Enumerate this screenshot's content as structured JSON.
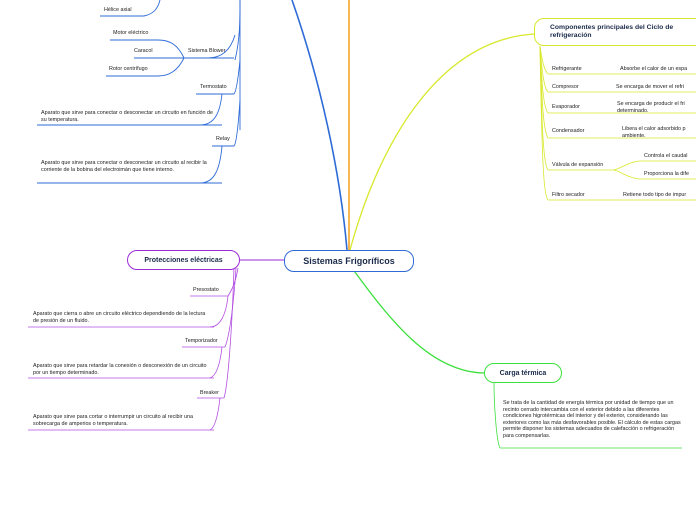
{
  "central": {
    "label": "Sistemas Frigoríficos",
    "color": "#2e6bd6"
  },
  "top_left": {
    "helice": "Hélice axial",
    "motor": "Motor eléctrico",
    "caracol": "Caracol",
    "rotor": "Rotor centrífugo",
    "blower": "Sistema Blower",
    "termostato": "Termostato",
    "termostato_desc": "Aparato que sirve para conectar o desconectar un circuito en función de su temperatura.",
    "relay": "Relay",
    "relay_desc": "Aparato que sirve para conectar o desconectar un circuito al recibir la corriente de la bobina del electroimán que tiene interno."
  },
  "protecciones": {
    "title": "Protecciones eléctricas",
    "color": "#9b2bd6",
    "items": [
      {
        "label": "Presostato",
        "desc": "Aparato que cierra o abre un circuito eléctrico dependiendo de la lectura de presión de un fluido."
      },
      {
        "label": "Temporizador",
        "desc": "Aparato que sirve para retardar la conexión o desconexión de un circuito por un tiempo determinado."
      },
      {
        "label": "Breaker",
        "desc": "Aparato que sirve para cortar o interrumpir un circuito al recibir una sobrecarga de amperios o temperatura."
      }
    ]
  },
  "componentes": {
    "title": "Componentes principales del Ciclo de refrigeración",
    "color": "#d8e82c",
    "items": [
      {
        "label": "Refrigerante",
        "desc": "Absorbe el calor de un espa"
      },
      {
        "label": "Compresor",
        "desc": "Se encarga de mover el refri"
      },
      {
        "label": "Evaporador",
        "desc": "Se encarga de producir el fri determinado."
      },
      {
        "label": "Condensador",
        "desc": "Libera el calor adsorbido p ambiente."
      },
      {
        "label": "Válvula de expansión",
        "desc": "Controla el caudal",
        "desc2": "Proporciona la dife"
      },
      {
        "label": "Filtro secador",
        "desc": "Retiene todo tipo de impur"
      }
    ]
  },
  "carga": {
    "title": "Carga térmica",
    "color": "#3ce03c",
    "desc": "Se trata de la cantidad de energía térmica por unidad de tiempo que un recinto cerrado intercambia con el exterior debido a las diferentes condiciones higrotérmicas del interior y del exterior, considerando las exteriores como las más desfavorables posible. El cálculo de estas cargas permite disponer los sistemas adecuados de calefacción o refrigeración para compensarlas."
  },
  "colors": {
    "blue": "#2e6bd6",
    "purple": "#9b2bd6",
    "yellow": "#d8e82c",
    "green": "#3ce03c",
    "orange": "#f5a52a"
  }
}
